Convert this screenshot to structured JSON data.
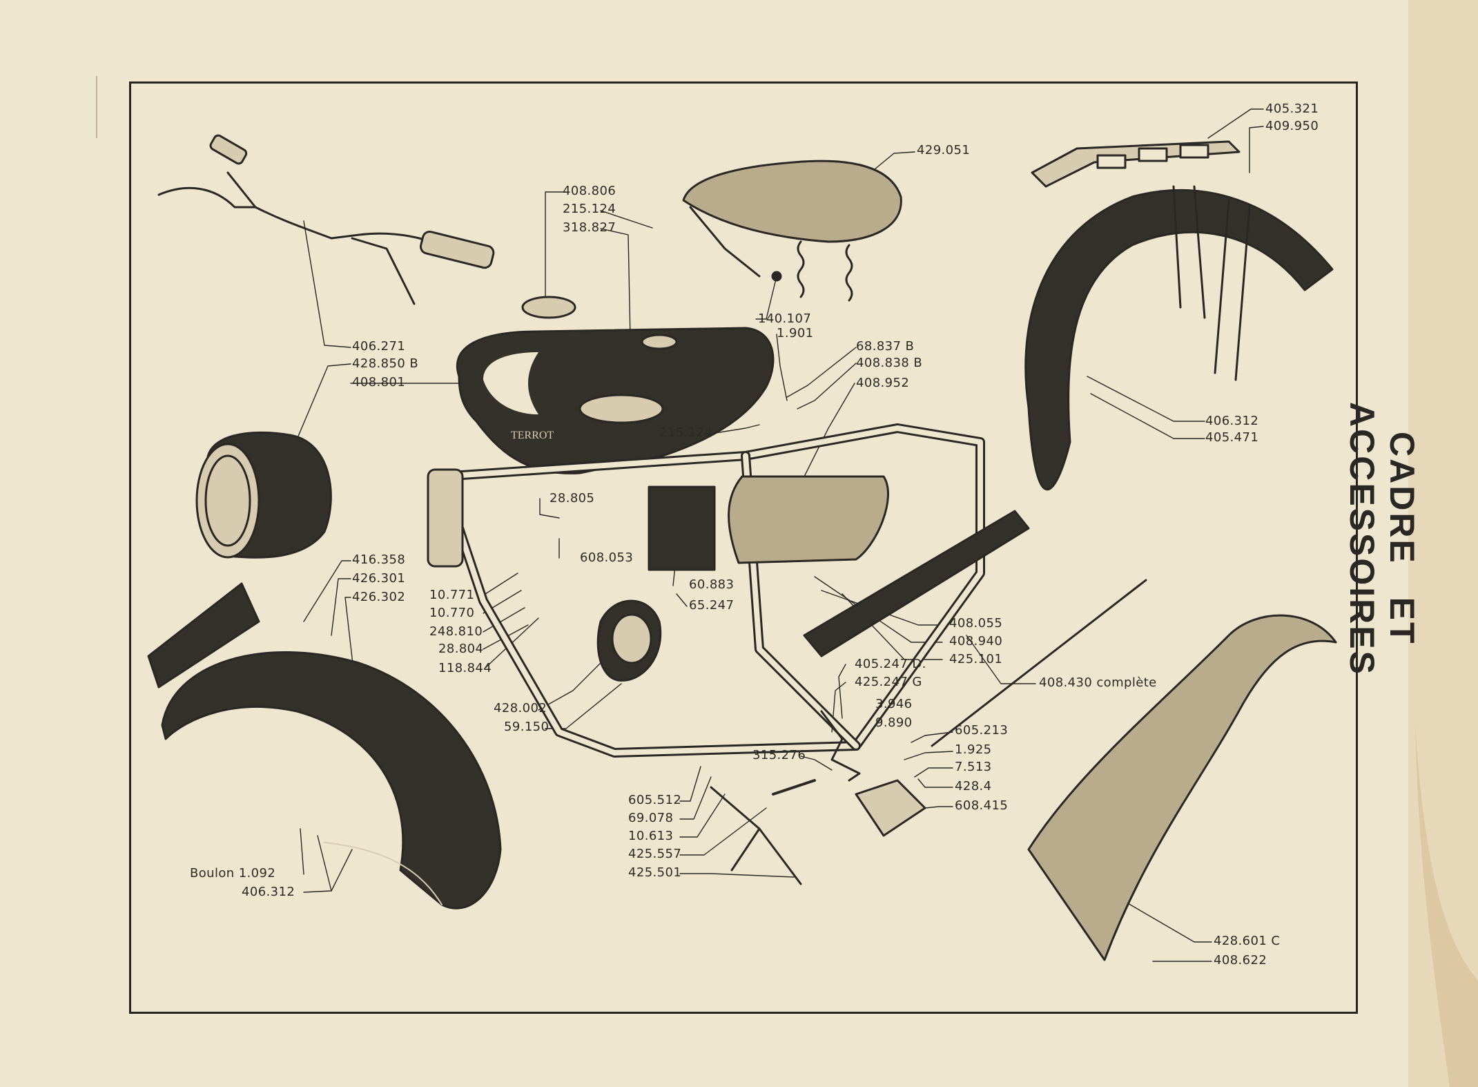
{
  "title": "CADRE ET ACCESSOIRES",
  "tank_badge": "TERROT",
  "colors": {
    "paper": "#efe6cf",
    "ink": "#2a2724",
    "dark_part": "#34302a",
    "part_fill": "#d8ccb0"
  },
  "labels": {
    "l_405_321": "405.321",
    "l_409_950": "409.950",
    "l_429_051": "429.051",
    "l_408_806": "408.806",
    "l_215_124_top": "215.124",
    "l_318_827": "318.827",
    "l_140_107": "140.107",
    "l_1_901": "1.901",
    "l_406_271": "406.271",
    "l_428_850b": "428.850 B",
    "l_408_801": "408.801",
    "l_68_837b": "68.837 B",
    "l_408_838b": "408.838 B",
    "l_408_952": "408.952",
    "l_406_312_r": "406.312",
    "l_405_471": "405.471",
    "l_215_124_mid": "215.124",
    "l_28_805": "28.805",
    "l_608_053": "608.053",
    "l_60_883": "60.883",
    "l_65_247": "65.247",
    "l_416_358": "416.358",
    "l_426_301": "426.301",
    "l_426_302": "426.302",
    "l_10_771": "10.771",
    "l_10_770": "10.770",
    "l_248_810": "248.810",
    "l_28_804": "28.804",
    "l_118_844": "118.844",
    "l_408_055": "408.055",
    "l_408_940": "408.940",
    "l_425_101": "425.101",
    "l_405_247d": "405.247 D.",
    "l_425_247g": "425.247 G",
    "l_3_946": "3.946",
    "l_9_890": "9.890",
    "l_408_430": "408.430 complète",
    "l_428_002": "428.002",
    "l_59_150": "59.150",
    "l_605_213": "605.213",
    "l_1_925": "1.925",
    "l_7_513": "7.513",
    "l_428_4": "428.4",
    "l_608_415": "608.415",
    "l_315_276": "315.276",
    "l_605_512": "605.512",
    "l_69_078": "69.078",
    "l_10_613": "10.613",
    "l_425_557": "425.557",
    "l_425_501": "425.501",
    "l_boulon": "Boulon 1.092",
    "l_406_312_l": "406.312",
    "l_428_601c": "428.601 C",
    "l_408_622": "408.622"
  }
}
